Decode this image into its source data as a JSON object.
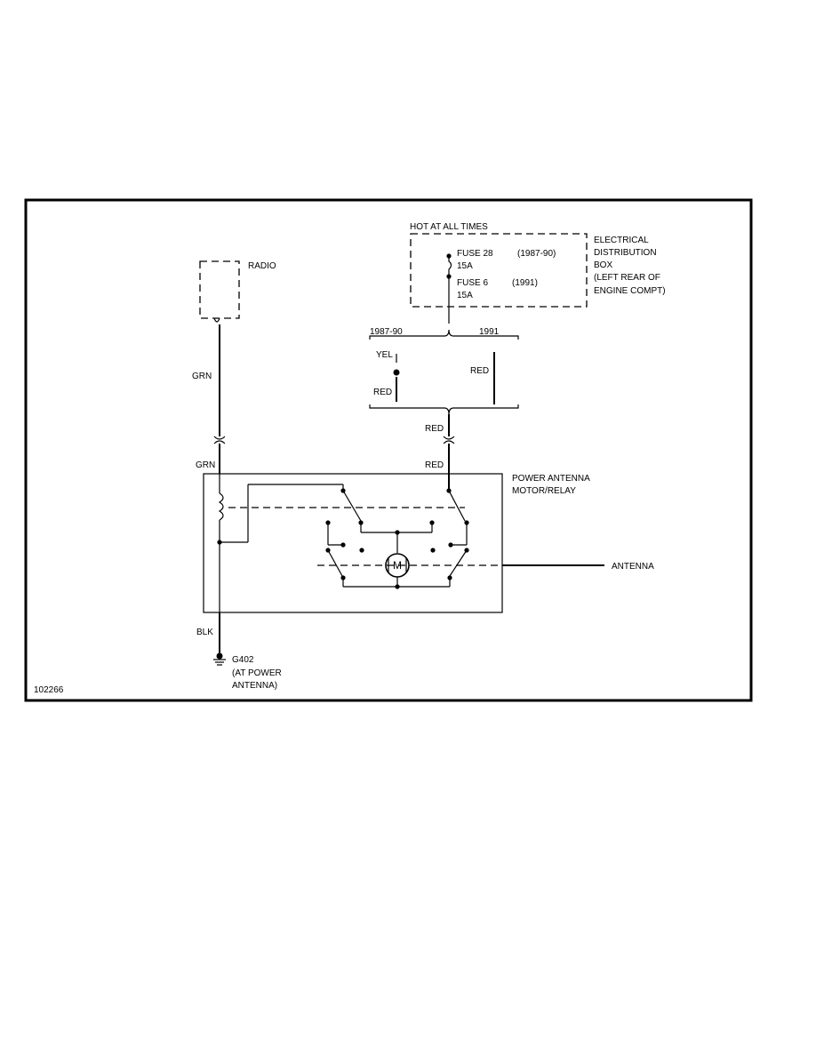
{
  "figure_id": "102266",
  "labels": {
    "hot_at_all_times": "HOT AT ALL TIMES",
    "electrical_distribution_box": [
      "ELECTRICAL",
      "DISTRIBUTION",
      "BOX",
      "(LEFT REAR OF",
      "ENGINE COMPT)"
    ],
    "fuse_28": "FUSE 28",
    "fuse_28_years": "(1987-90)",
    "fuse_28_rating": "15A",
    "fuse_6": "FUSE 6",
    "fuse_6_years": "(1991)",
    "fuse_6_rating": "15A",
    "radio": "RADIO",
    "grn_upper": "GRN",
    "grn_lower": "GRN",
    "year_1987_90": "1987-90",
    "year_1991": "1991",
    "yel": "YEL",
    "red_left": "RED",
    "red_right": "RED",
    "red_connector_top": "RED",
    "red_connector_bottom": "RED",
    "power_antenna": [
      "POWER ANTENNA",
      "MOTOR/RELAY"
    ],
    "motor": "M",
    "antenna": "ANTENNA",
    "blk": "BLK",
    "ground": [
      "G402",
      "(AT POWER",
      "ANTENNA)"
    ]
  }
}
